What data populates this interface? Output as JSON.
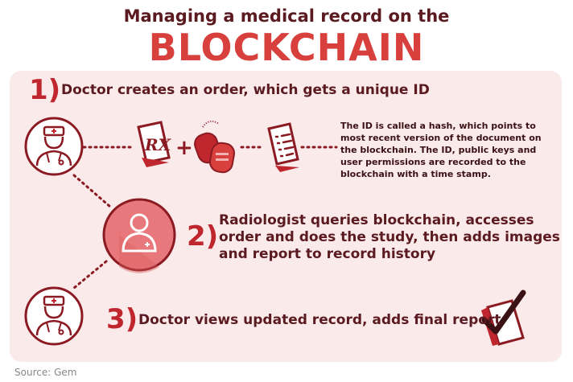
{
  "header": {
    "title": "Managing a medical record on the",
    "big_title": "BLOCKCHAIN"
  },
  "steps": [
    {
      "number": "1)",
      "text": "Doctor creates an order, which gets a unique ID",
      "note": "The ID is called a hash, which points to most recent version of the document on the blockchain. The ID, public keys and user permissions are recorded to the blockchain with a time stamp."
    },
    {
      "number": "2)",
      "text_lines": [
        "Radiologist queries blockchain, accesses",
        "order and does the study, then adds images",
        "and report to record history"
      ]
    },
    {
      "number": "3)",
      "text": "Doctor views updated record, adds final report"
    }
  ],
  "icons": {
    "prescription_symbol": "RX",
    "plus_symbol": "+",
    "doctor": "doctor-icon",
    "radiologist": "radiologist-icon",
    "prescription": "prescription-icon",
    "dog_tags": "dog-tags-icon",
    "document": "document-icon",
    "checkmark": "checkmark-clipboard-icon"
  },
  "footer": {
    "source": "Source: Gem"
  },
  "colors": {
    "dark_red": "#5a1a20",
    "accent_red": "#d7403c",
    "panel_bg": "#fbeaea",
    "circle_fill": "#e8787b",
    "icon_red": "#c0262d"
  }
}
